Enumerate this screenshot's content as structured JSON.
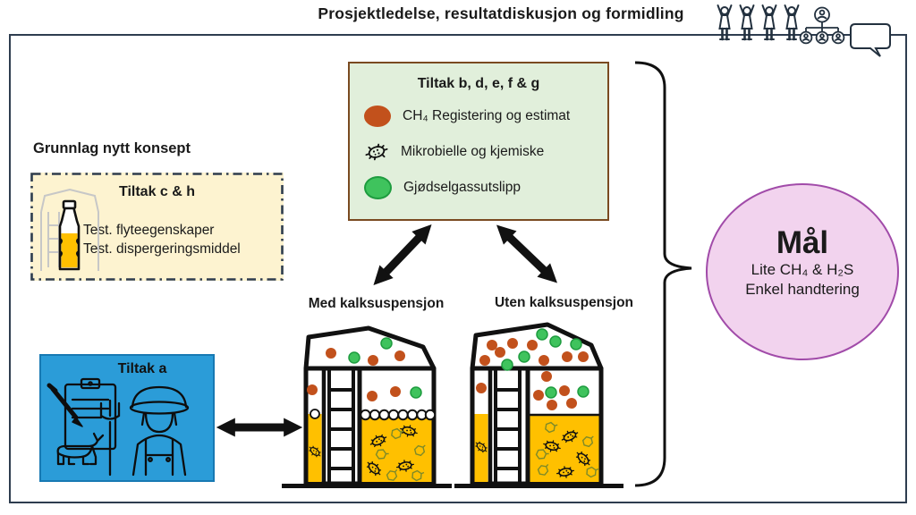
{
  "header": {
    "title": "Prosjektledelse, resultatdiskusjon og formidling"
  },
  "measures": {
    "title": "Tiltak b, d, e, f & g",
    "items": [
      {
        "icon": "methane-dot",
        "label": "CH₄ Registering og estimat"
      },
      {
        "icon": "microbe",
        "label": "Mikrobielle og kjemiske"
      },
      {
        "icon": "gas-dot",
        "label": "Gjødselgassutslipp"
      }
    ]
  },
  "concept": {
    "heading": "Grunnlag nytt konsept",
    "title": "Tiltak c & h",
    "lines": [
      "Test. flyteegenskaper",
      "Test. dispergeringsmiddel"
    ]
  },
  "tiltak_a": {
    "title": "Tiltak a"
  },
  "tanks": {
    "left_label": "Med kalksuspensjon",
    "right_label": "Uten kalksuspensjon"
  },
  "goal": {
    "title": "Mål",
    "lines": [
      "Lite CH₄ & H₂S",
      "Enkel handtering"
    ]
  },
  "colors": {
    "frame": "#2e3d4f",
    "measures_bg": "#e1efdb",
    "measures_border": "#7a4a21",
    "methane_dot": "#c2511c",
    "gas_dot": "#3fc35d",
    "concept_bg": "#fdf3d0",
    "tiltak_a_bg": "#2b9cd8",
    "slurry": "#ffc000",
    "goal_bg": "#f2d3ee",
    "goal_border": "#a14ba9"
  }
}
